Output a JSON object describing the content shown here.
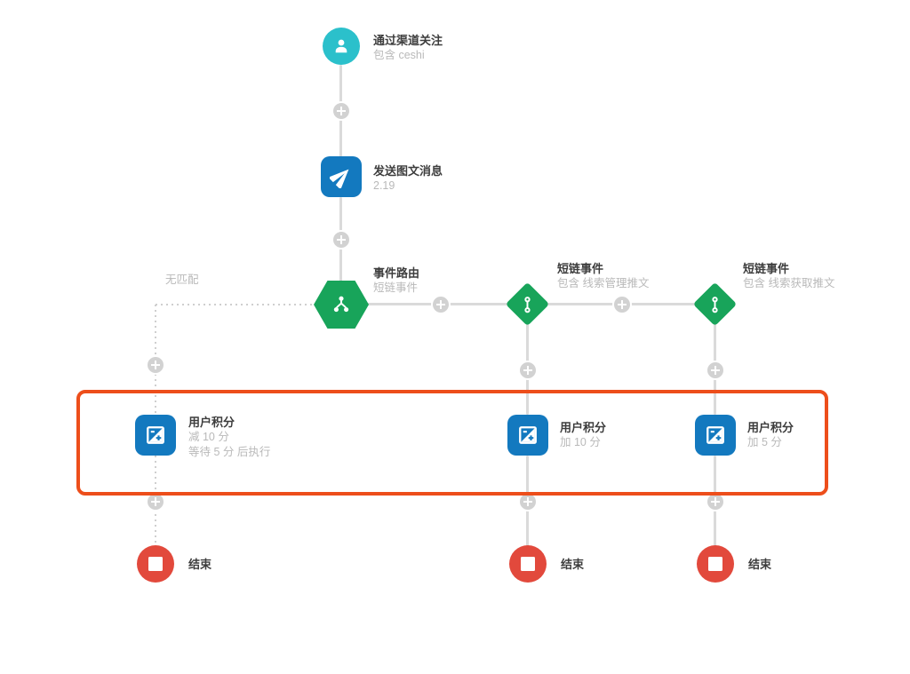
{
  "colors": {
    "start_teal": "#2BC0CB",
    "node_blue": "#1379BF",
    "node_green": "#18A45A",
    "end_red": "#E2493C",
    "highlight_orange": "#ED4E1B",
    "connector_gray": "#DADADA",
    "plus_button_gray": "#D2D2D2",
    "title_text": "#3D3D3D",
    "subtitle_text": "#B9B9B9"
  },
  "flow": {
    "start": {
      "title": "通过渠道关注",
      "subtitle": "包含 ceshi",
      "icon": "person-icon"
    },
    "send_message": {
      "title": "发送图文消息",
      "subtitle": "2.19",
      "icon": "send-icon"
    },
    "event_router": {
      "title": "事件路由",
      "subtitle": "短链事件",
      "icon": "branch-icon"
    },
    "no_match_branch": {
      "label": "无匹配"
    },
    "shortlink_event_1": {
      "title": "短链事件",
      "subtitle": "包含 线索管理推文",
      "icon": "link-icon"
    },
    "shortlink_event_2": {
      "title": "短链事件",
      "subtitle": "包含 线索获取推文",
      "icon": "link-icon"
    },
    "user_score_1": {
      "title": "用户积分",
      "line1": "减 10 分",
      "line2": "等待 5 分 后执行",
      "icon": "exposure-icon"
    },
    "user_score_2": {
      "title": "用户积分",
      "line1": "加 10 分",
      "icon": "exposure-icon"
    },
    "user_score_3": {
      "title": "用户积分",
      "line1": "加 5 分",
      "icon": "exposure-icon"
    },
    "end_1": {
      "label": "结束",
      "icon": "stop-icon"
    },
    "end_2": {
      "label": "结束",
      "icon": "stop-icon"
    },
    "end_3": {
      "label": "结束",
      "icon": "stop-icon"
    }
  }
}
